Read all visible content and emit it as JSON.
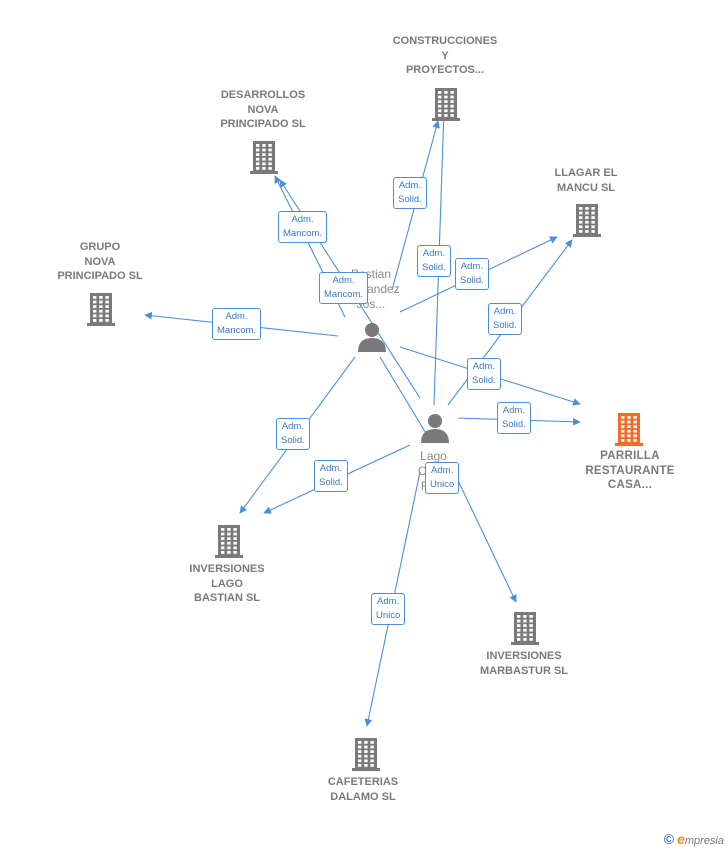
{
  "companies": [
    {
      "id": "construcciones",
      "label": "CONSTRUCCIONES\nY\nPROYECTOS...",
      "focus": false
    },
    {
      "id": "desarrollos",
      "label": "DESARROLLOS\nNOVA\nPRINCIPADO SL",
      "focus": false
    },
    {
      "id": "llagar",
      "label": "LLAGAR EL\nMANCU  SL",
      "focus": false
    },
    {
      "id": "grupo",
      "label": "GRUPO\nNOVA\nPRINCIPADO SL",
      "focus": false
    },
    {
      "id": "parrilla",
      "label": "PARRILLA\nRESTAURANTE\nCASA...",
      "focus": true
    },
    {
      "id": "inversiones_lago",
      "label": "INVERSIONES\nLAGO\nBASTIAN  SL",
      "focus": false
    },
    {
      "id": "inversiones_marbastur",
      "label": "INVERSIONES\nMARBASTUR SL",
      "focus": false
    },
    {
      "id": "cafeterias",
      "label": "CAFETERIAS\nDALAMO  SL",
      "focus": false
    }
  ],
  "persons": [
    {
      "id": "bastian",
      "label": "Bastian\nFernandez\nJos..."
    },
    {
      "id": "lago",
      "label": "Lago\nCas...\nRo..."
    }
  ],
  "edges": [
    {
      "id": "e1",
      "label": "Adm.\nSolid."
    },
    {
      "id": "e2",
      "label": "Adm.\nMancom."
    },
    {
      "id": "e3",
      "label": "Adm.\nSolid."
    },
    {
      "id": "e4",
      "label": "Adm.\nMancom."
    },
    {
      "id": "e5",
      "label": "Adm.\nSolid."
    },
    {
      "id": "e6",
      "label": "Adm.\nMancom."
    },
    {
      "id": "e7",
      "label": "Adm.\nSolid."
    },
    {
      "id": "e8",
      "label": "Adm.\nSolid."
    },
    {
      "id": "e9",
      "label": "Adm.\nSolid."
    },
    {
      "id": "e10",
      "label": "Adm.\nSolid."
    },
    {
      "id": "e11",
      "label": "Adm.\nSolid."
    },
    {
      "id": "e12",
      "label": "Adm.\nUnico"
    },
    {
      "id": "e13",
      "label": "Adm.\nUnico"
    }
  ],
  "colors": {
    "edge": "#4a90d9",
    "company": "#7a7a7a",
    "focus_company": "#f26b2a",
    "person": "#7a7a7a"
  },
  "brand": {
    "symbol": "©",
    "initial": "e",
    "rest": "mpresia"
  }
}
